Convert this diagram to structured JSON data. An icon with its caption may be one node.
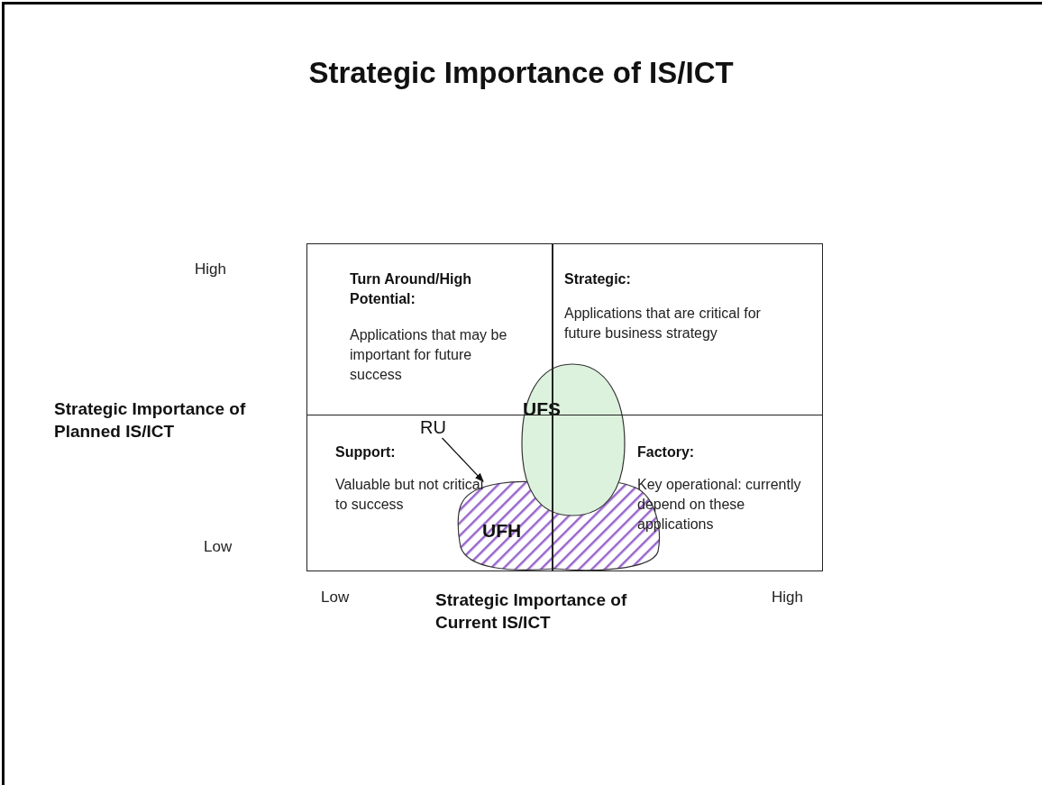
{
  "diagram": {
    "title": "Strategic Importance of IS/ICT",
    "nodes": [
      {
        "text": [
          "Turn Around/High Potential:",
          "Applications that may be important for future success"
        ]
      },
      {
        "text": [
          "Strategic:",
          "Applications that are critical for future business strategy"
        ]
      },
      {
        "text": [
          "Support:",
          "Valuable but not critical to success"
        ]
      },
      {
        "text": [
          "Factory:",
          "Key operational: currently depend on these applications"
        ]
      },
      {
        "text": [
          "UFH"
        ]
      },
      {
        "text": [
          "UFS"
        ]
      },
      {
        "text": [
          "RU"
        ],
        "in": 2
      }
    ],
    "edges": [
      {
        "from": 6,
        "to": 4,
        "arrow": "to"
      }
    ],
    "labels": [
      "High",
      "Strategic Importance of Planned IS/ICT",
      "Low",
      "Low",
      "Strategic Importance of Current IS/ICT",
      "High"
    ]
  }
}
